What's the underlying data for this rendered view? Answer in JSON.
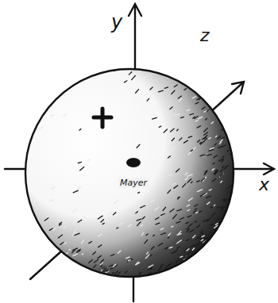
{
  "diagram": {
    "labels": [
      "y",
      "z",
      "x",
      "Mayer"
    ]
  }
}
